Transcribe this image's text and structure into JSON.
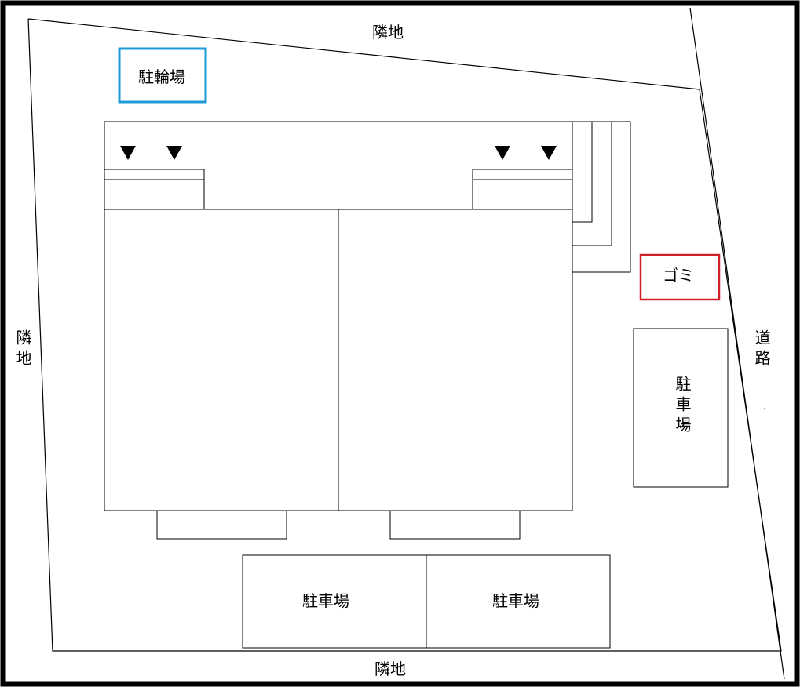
{
  "labels": {
    "neighbor_top": "隣地",
    "neighbor_left": "隣地",
    "neighbor_bottom": "隣地",
    "road": "道路",
    "bicycle_parking": "駐輪場",
    "garbage": "ゴミ",
    "parking_right": "駐車場",
    "parking_bottom_left": "駐車場",
    "parking_bottom_right": "駐車場"
  },
  "colors": {
    "bicycle_parking_border": "#1e9bd7",
    "garbage_border": "#d0202a",
    "frame": "#000000",
    "line": "#000000",
    "entrance_marker": "#000000"
  },
  "markers": {
    "icon": "down-triangle",
    "count": 4
  }
}
